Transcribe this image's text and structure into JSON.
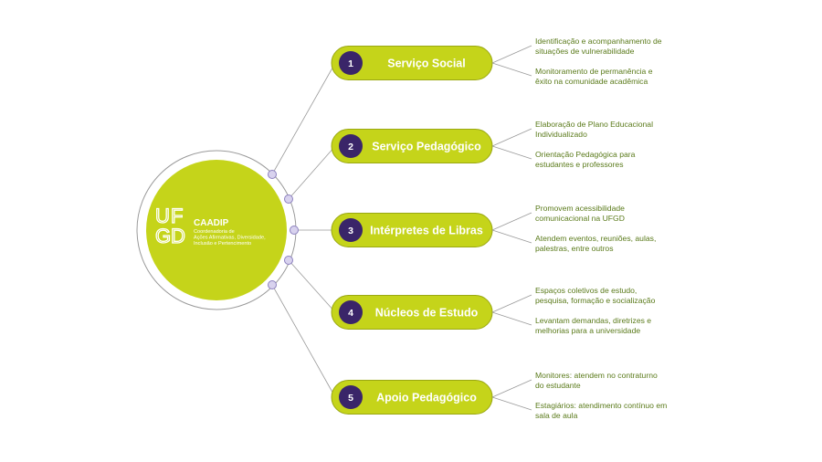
{
  "colors": {
    "accent": "#c5d41a",
    "pill_border": "#9aa812",
    "badge": "#3a2569",
    "text": "#5a7a1a",
    "line": "#9a9a9a",
    "node_fill": "#d8d2ee",
    "node_stroke": "#8c80bf"
  },
  "center": {
    "logo_letters": [
      "U",
      "F",
      "G",
      "D"
    ],
    "name": "CAADIP",
    "subtitle_lines": [
      "Coordenadoria de",
      "Ações Afirmativas, Diversidade,",
      "Inclusão e Pertencimento"
    ]
  },
  "branches": [
    {
      "number": "1",
      "label": "Serviço Social",
      "items": [
        [
          "Identificação e acompanhamento de",
          "situações de vulnerabilidade"
        ],
        [
          "Monitoramento de permanência e",
          "êxito na comunidade acadêmica"
        ]
      ]
    },
    {
      "number": "2",
      "label": "Serviço Pedagógico",
      "items": [
        [
          "Elaboração de Plano Educacional",
          "Individualizado"
        ],
        [
          "Orientação Pedagógica para",
          "estudantes e professores"
        ]
      ]
    },
    {
      "number": "3",
      "label": "Intérpretes de Libras",
      "items": [
        [
          "Promovem acessibilidade",
          "comunicacional na UFGD"
        ],
        [
          "Atendem eventos, reuniões, aulas,",
          "palestras, entre outros"
        ]
      ]
    },
    {
      "number": "4",
      "label": "Núcleos de Estudo",
      "items": [
        [
          "Espaços coletivos de estudo,",
          "pesquisa, formação e socialização"
        ],
        [
          "Levantam demandas, diretrizes e",
          "melhorias para a universidade"
        ]
      ]
    },
    {
      "number": "5",
      "label": "Apoio Pedagógico",
      "items": [
        [
          "Monitores: atendem no contraturno",
          "do estudante"
        ],
        [
          "Estagiários: atendimento contínuo em",
          "sala de aula"
        ]
      ]
    }
  ]
}
